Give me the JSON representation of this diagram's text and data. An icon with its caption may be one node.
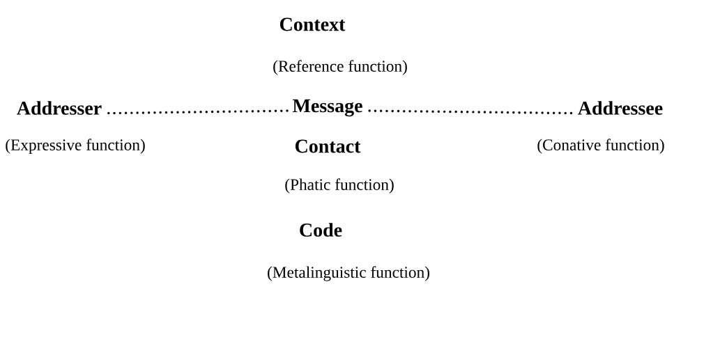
{
  "diagram": {
    "nodes": [
      {
        "text": [
          "Context"
        ],
        "beside": [
          "(Reference function)"
        ]
      },
      {
        "text": [
          "Addresser"
        ],
        "beside": [
          "(Expressive function)"
        ]
      },
      {
        "text": [
          "Message"
        ]
      },
      {
        "text": [
          "Addressee"
        ],
        "beside": [
          "(Conative function)"
        ]
      },
      {
        "text": [
          "Contact"
        ],
        "beside": [
          "(Phatic function)"
        ]
      },
      {
        "text": [
          "Code"
        ],
        "beside": [
          "(Metalinguistic function)"
        ]
      }
    ],
    "edges": [
      {
        "from": 1,
        "to": 2,
        "arrow": "none",
        "style": "dashed"
      },
      {
        "from": 2,
        "to": 3,
        "arrow": "none",
        "style": "dashed"
      }
    ]
  }
}
